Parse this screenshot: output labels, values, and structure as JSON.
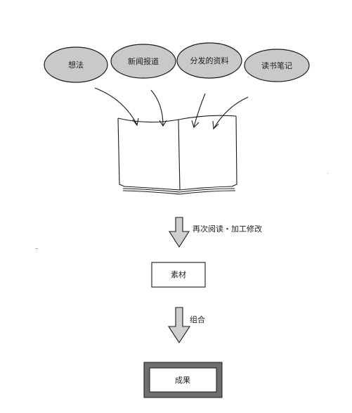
{
  "sources": [
    {
      "label": "想法"
    },
    {
      "label": "新闻报道"
    },
    {
      "label": "分发的资料"
    },
    {
      "label": "读书笔记"
    }
  ],
  "steps": [
    {
      "label": "再次阅读・加工修改"
    },
    {
      "label": "组合"
    }
  ],
  "boxes": {
    "material": "素材",
    "result": "成果"
  },
  "colors": {
    "bubble_fill": "#c9c9c9",
    "stroke": "#1a1a1a",
    "arrow_fill": "#cfcfcf",
    "result_border": "#6e6e6e"
  }
}
